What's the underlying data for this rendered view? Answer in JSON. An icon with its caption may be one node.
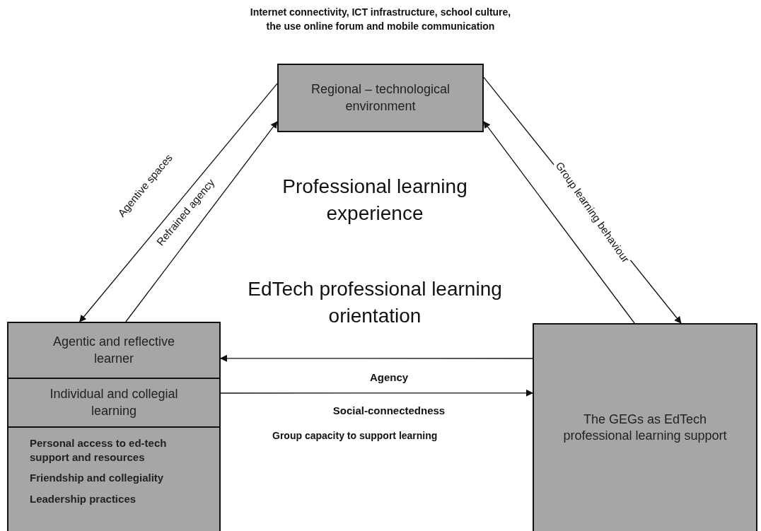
{
  "diagram": {
    "nodes": [
      {
        "text": [
          "Regional – technological environment"
        ],
        "beside": [
          "Internet connectivity, ICT infrastructure, school culture, the use online forum and mobile communication"
        ]
      },
      {
        "text": [
          "Agentic and reflective learner"
        ]
      },
      {
        "text": [
          "Individual and collegial learning"
        ]
      },
      {
        "text": [
          "Personal access to ed-tech support and resources",
          "Friendship and collegiality",
          "Leadership practices"
        ]
      },
      {
        "text": [
          "The GEGs as EdTech professional learning support"
        ]
      }
    ],
    "edges": [
      {
        "from": 0,
        "to": 1,
        "arrow": "to",
        "label": "Agentive spaces"
      },
      {
        "from": 1,
        "to": 0,
        "arrow": "to",
        "label": "Refrained agency"
      },
      {
        "from": 0,
        "to": 4,
        "arrow": "to",
        "label": "Group learning behaviour"
      },
      {
        "from": 4,
        "to": 0,
        "arrow": "to"
      },
      {
        "from": 4,
        "to": 1,
        "arrow": "to",
        "label": "Agency"
      },
      {
        "from": 2,
        "to": 4,
        "arrow": "to",
        "label": "Social-connectedness"
      }
    ],
    "labels": [
      "Professional learning experience",
      "EdTech professional learning orientation",
      "Group capacity to support learning"
    ]
  }
}
